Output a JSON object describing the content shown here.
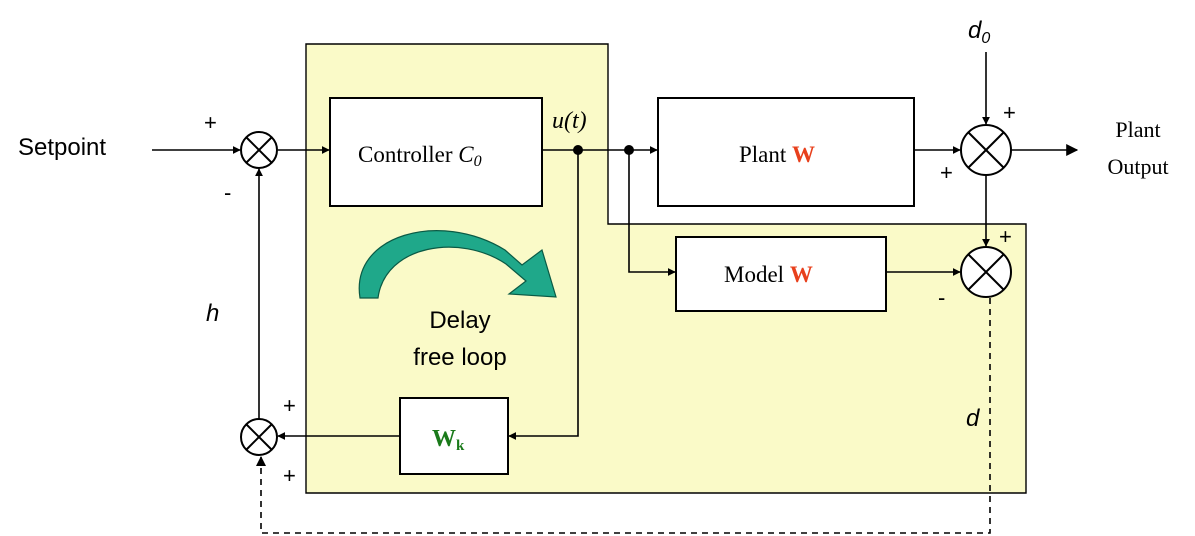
{
  "colors": {
    "highlight_region": "#fafac8",
    "plant_model_w": "#e8401c",
    "wk": "#1a7a1a",
    "delay_arrow": "#1fa88a"
  },
  "labels": {
    "setpoint": "Setpoint",
    "plant_output_line1": "Plant",
    "plant_output_line2": "Output",
    "d0_base": "d",
    "d0_sub": "0",
    "d": "d",
    "h": "h",
    "ut": "u(t)",
    "delay_line1": "Delay",
    "delay_line2": "free loop"
  },
  "blocks": {
    "controller": {
      "text": "Controller ",
      "symbol": "C",
      "sub": "0"
    },
    "plant": {
      "text": "Plant ",
      "symbol": "W"
    },
    "model": {
      "text": "Model ",
      "symbol": "W"
    },
    "wk": {
      "symbol": "W",
      "sub": "k"
    }
  },
  "signs": {
    "sum1_top": "+",
    "sum1_bottom": "-",
    "sum_plant_top": "+",
    "sum_plant_left": "+",
    "sum_model_top": "+",
    "sum_model_left": "-",
    "sum_feedback_top": "+",
    "sum_feedback_bottom": "+"
  }
}
